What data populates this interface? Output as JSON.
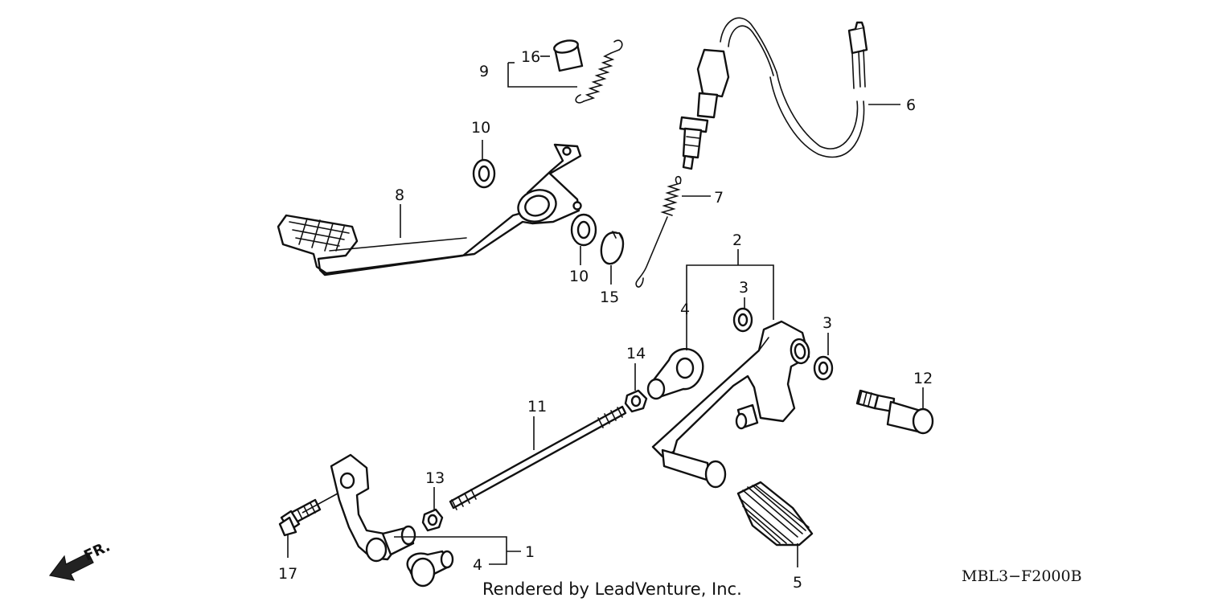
{
  "diagram": {
    "code": "MBL3−F2000B",
    "credit": "Rendered by LeadVenture, Inc.",
    "direction_label": "FR.",
    "callouts": [
      {
        "id": "c16",
        "label": "16"
      },
      {
        "id": "c9",
        "label": "9"
      },
      {
        "id": "c10a",
        "label": "10"
      },
      {
        "id": "c8",
        "label": "8"
      },
      {
        "id": "c10b",
        "label": "10"
      },
      {
        "id": "c15",
        "label": "15"
      },
      {
        "id": "c6",
        "label": "6"
      },
      {
        "id": "c7",
        "label": "7"
      },
      {
        "id": "c2",
        "label": "2"
      },
      {
        "id": "c3a",
        "label": "3"
      },
      {
        "id": "c4a",
        "label": "4"
      },
      {
        "id": "c3b",
        "label": "3"
      },
      {
        "id": "c14",
        "label": "14"
      },
      {
        "id": "c12",
        "label": "12"
      },
      {
        "id": "c11",
        "label": "11"
      },
      {
        "id": "c13",
        "label": "13"
      },
      {
        "id": "c1",
        "label": "1"
      },
      {
        "id": "c4b",
        "label": "4"
      },
      {
        "id": "c17",
        "label": "17"
      },
      {
        "id": "c5",
        "label": "5"
      }
    ]
  }
}
